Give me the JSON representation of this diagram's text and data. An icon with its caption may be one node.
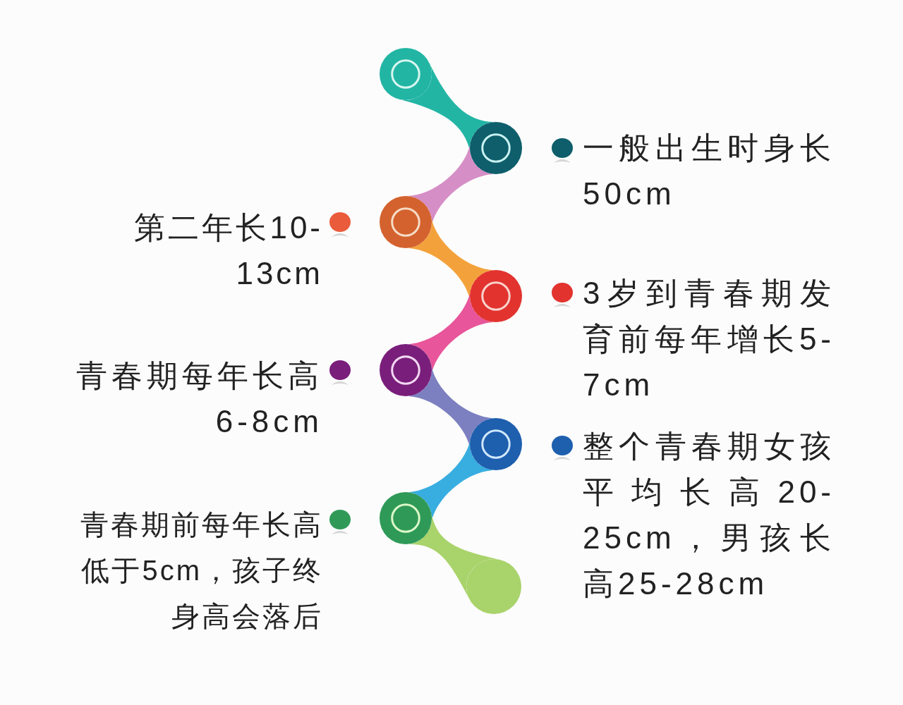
{
  "diagram": {
    "nodes": [
      {
        "text": [],
        "shape": "circle"
      },
      {
        "text": [],
        "shape": "circle",
        "beside": [
          "一般出生时身长50cm"
        ]
      },
      {
        "text": [],
        "shape": "circle",
        "beside": [
          "第二年长10-13cm"
        ]
      },
      {
        "text": [],
        "shape": "circle",
        "beside": [
          "3岁到青春期发育前每年增长5-7cm"
        ]
      },
      {
        "text": [],
        "shape": "circle",
        "beside": [
          "青春期每年长高6-8cm"
        ]
      },
      {
        "text": [],
        "shape": "circle",
        "beside": [
          "整个青春期女孩平均长高20-25cm，男孩长高25-28cm"
        ]
      },
      {
        "text": [],
        "shape": "circle",
        "beside": [
          "青春期前每年长高低于5cm，孩子终身高会落后"
        ]
      },
      {
        "text": [],
        "shape": "circle"
      }
    ],
    "edges": [
      {
        "from": 0,
        "to": 1,
        "arrow": "none",
        "color": "#22b5a4"
      },
      {
        "from": 1,
        "to": 2,
        "arrow": "none",
        "color": "#d68ec6"
      },
      {
        "from": 2,
        "to": 3,
        "arrow": "none",
        "color": "#f3a23b"
      },
      {
        "from": 3,
        "to": 4,
        "arrow": "none",
        "color": "#e8559a"
      },
      {
        "from": 4,
        "to": 5,
        "arrow": "none",
        "color": "#7c80c0"
      },
      {
        "from": 5,
        "to": 6,
        "arrow": "none",
        "color": "#38ade0"
      },
      {
        "from": 6,
        "to": 7,
        "arrow": "none",
        "color": "#a9d36b"
      }
    ]
  }
}
